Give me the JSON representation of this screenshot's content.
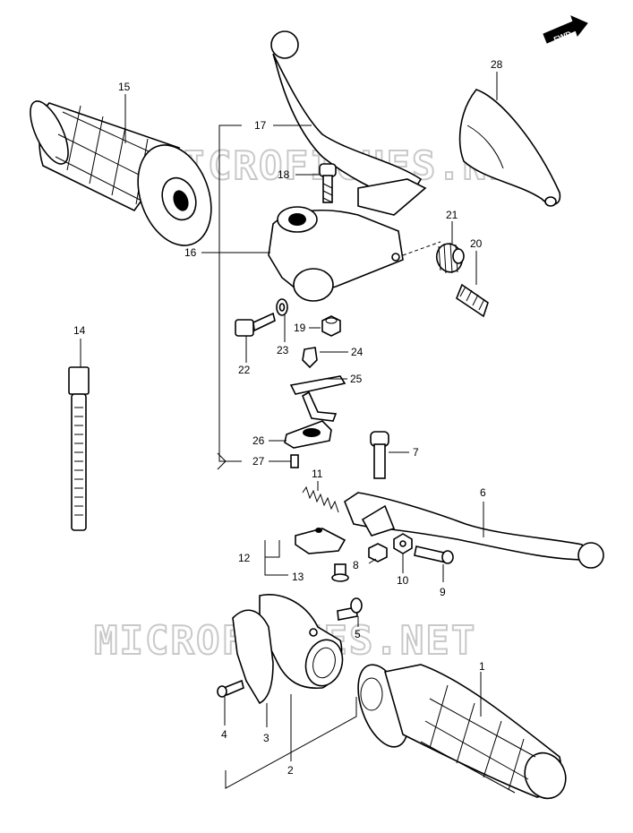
{
  "watermarks": [
    "MICROFICHES.NET",
    "MICROFICHES.NET"
  ],
  "direction_badge": "FWD",
  "callouts": [
    {
      "id": "c1",
      "label": "1"
    },
    {
      "id": "c2",
      "label": "2"
    },
    {
      "id": "c3",
      "label": "3"
    },
    {
      "id": "c4",
      "label": "4"
    },
    {
      "id": "c5",
      "label": "5"
    },
    {
      "id": "c6",
      "label": "6"
    },
    {
      "id": "c7",
      "label": "7"
    },
    {
      "id": "c8",
      "label": "8"
    },
    {
      "id": "c9",
      "label": "9"
    },
    {
      "id": "c10",
      "label": "10"
    },
    {
      "id": "c11",
      "label": "11"
    },
    {
      "id": "c12",
      "label": "12"
    },
    {
      "id": "c13",
      "label": "13"
    },
    {
      "id": "c14",
      "label": "14"
    },
    {
      "id": "c15",
      "label": "15"
    },
    {
      "id": "c16",
      "label": "16"
    },
    {
      "id": "c17",
      "label": "17"
    },
    {
      "id": "c18",
      "label": "18"
    },
    {
      "id": "c19",
      "label": "19"
    },
    {
      "id": "c20",
      "label": "20"
    },
    {
      "id": "c21",
      "label": "21"
    },
    {
      "id": "c22",
      "label": "22"
    },
    {
      "id": "c23",
      "label": "23"
    },
    {
      "id": "c24",
      "label": "24"
    },
    {
      "id": "c25",
      "label": "25"
    },
    {
      "id": "c26",
      "label": "26"
    },
    {
      "id": "c27",
      "label": "27"
    },
    {
      "id": "c28",
      "label": "28"
    }
  ]
}
